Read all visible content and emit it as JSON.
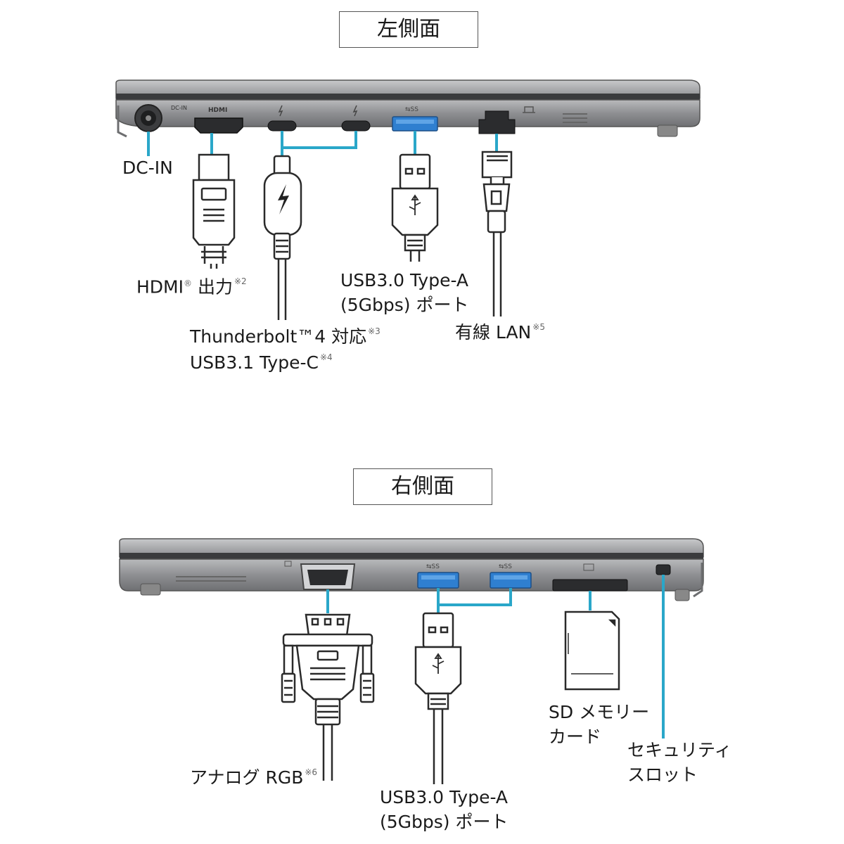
{
  "left_side": {
    "title": "左側面",
    "labels": {
      "dc_in": "DC-IN",
      "hdmi": "HDMI",
      "hdmi_reg": "®",
      "hdmi_suffix": " 出力",
      "hdmi_note": "※2",
      "thunderbolt_line1": "Thunderbolt™4 対応",
      "thunderbolt_note": "※3",
      "thunderbolt_line2": "USB3.1 Type-C",
      "typec_note": "※4",
      "usb_a_line1": "USB3.0 Type-A",
      "usb_a_line2": "(5Gbps) ポート",
      "lan": "有線 LAN",
      "lan_note": "※5"
    },
    "port_marks": {
      "dc_in": "DC-IN",
      "hdmi": "HDMI"
    }
  },
  "right_side": {
    "title": "右側面",
    "labels": {
      "rgb": "アナログ RGB",
      "rgb_note": "※6",
      "usb_a_line1": "USB3.0 Type-A",
      "usb_a_line2": "(5Gbps) ポート",
      "sd_line1": "SD メモリー",
      "sd_line2": "カード",
      "security_line1": "セキュリティ",
      "security_line2": "スロット"
    }
  },
  "colors": {
    "callout": "#2aa7c9",
    "chassis_dark": "#5d5e60",
    "chassis_light": "#a9aaac",
    "usb_blue": "#2f7fd0"
  }
}
